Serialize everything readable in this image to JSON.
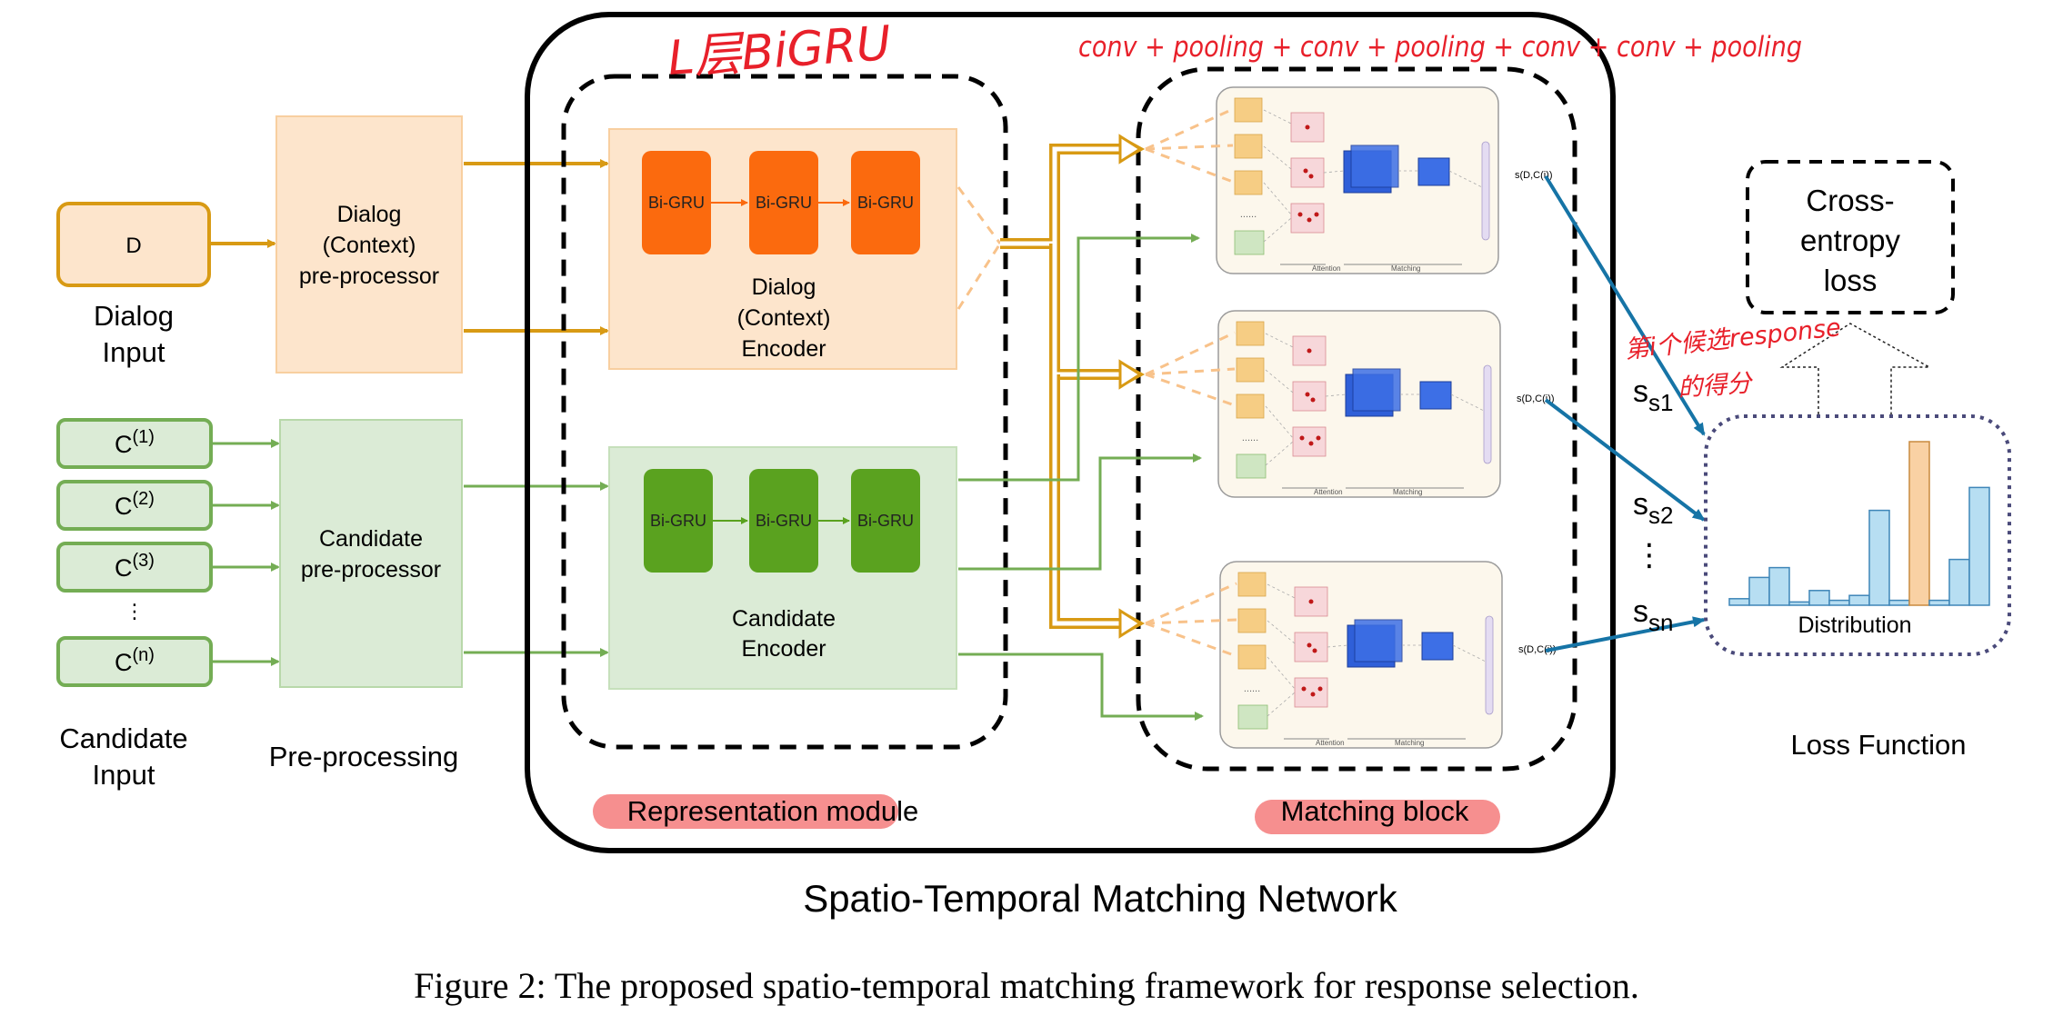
{
  "dialog_input": {
    "box": "D",
    "label_l1": "Dialog",
    "label_l2": "Input"
  },
  "dialog_preprocessor": {
    "l1": "Dialog",
    "l2": "(Context)",
    "l3": "pre-processor"
  },
  "candidate_inputs": [
    "C(1)",
    "C(2)",
    "C(3)",
    "C(n)"
  ],
  "candidate_input_label": {
    "l1": "Candidate",
    "l2": "Input"
  },
  "candidate_preprocessor": {
    "l1": "Candidate",
    "l2": "pre-processor"
  },
  "preprocessing_label": "Pre-processing",
  "dialog_encoder": {
    "cells": [
      "Bi-GRU",
      "Bi-GRU",
      "Bi-GRU"
    ],
    "l1": "Dialog",
    "l2": "(Context)",
    "l3": "Encoder"
  },
  "candidate_encoder": {
    "cells": [
      "Bi-GRU",
      "Bi-GRU",
      "Bi-GRU"
    ],
    "l1": "Candidate",
    "l2": "Encoder"
  },
  "representation_module_label": "Representation module",
  "matching_block_label": "Matching block",
  "network_title": "Spatio-Temporal Matching Network",
  "matching_thumb": {
    "score": "s(D,C(i))",
    "attention": "Attention",
    "matching": "Matching"
  },
  "scores": [
    "s1",
    "s2",
    "sn"
  ],
  "cross_entropy": {
    "l1": "Cross-",
    "l2": "entropy",
    "l3": "loss"
  },
  "distribution_label": "Distribution",
  "distribution_values": [
    0.04,
    0.17,
    0.23,
    0.02,
    0.09,
    0.03,
    0.06,
    0.58,
    0.03,
    1.0,
    0.03,
    0.28,
    0.72
  ],
  "distribution_highlight_index": 9,
  "loss_function_label": "Loss Function",
  "caption": "Figure 2: The proposed spatio-temporal matching framework for response selection.",
  "annotations": {
    "bigru": "L层BiGRU",
    "pipeline": "conv + pooling + conv + pooling + conv + conv + pooling",
    "score_note_l1": "第i个候选response",
    "score_note_l2": "的得分"
  },
  "colors": {
    "dialog": "#d89a14",
    "dialog_fill": "#fde5cc",
    "bigru_orange": "#fb6a0e",
    "candidate": "#74ad54",
    "candidate_fill": "#dbebd6",
    "bigru_green": "#5aa21f",
    "score_arrow": "#1674a6",
    "handwriting": "#e8202a",
    "highlight": "#f47b7b",
    "bar_blue": "#b7def2",
    "bar_orange": "#f9d1a4"
  }
}
